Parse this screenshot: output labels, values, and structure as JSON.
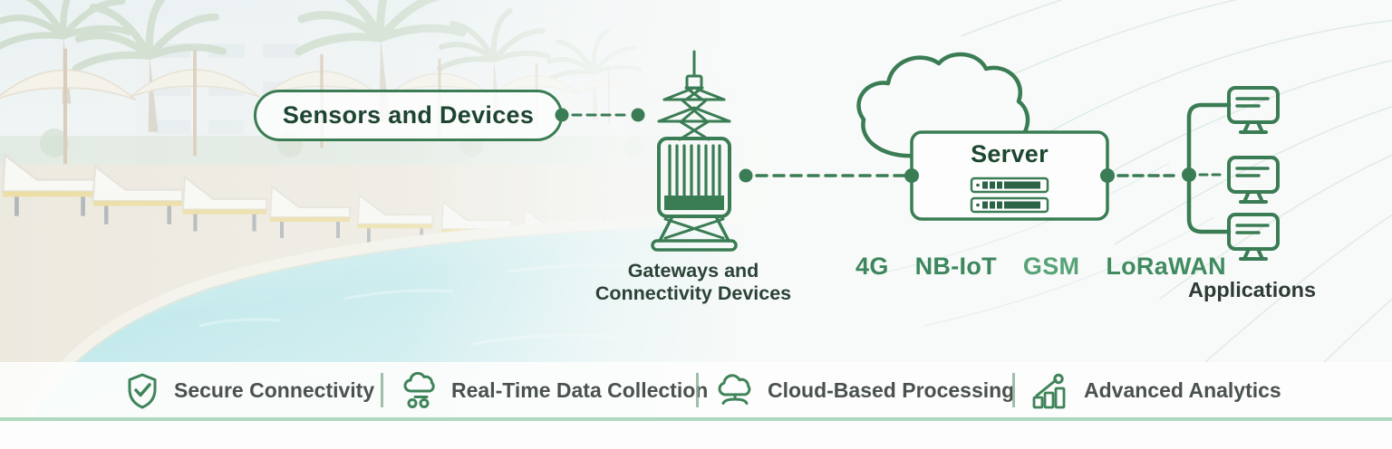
{
  "flow": {
    "sensors": {
      "label": "Sensors and Devices"
    },
    "gateways": {
      "label_line1": "Gateways and",
      "label_line2": "Connectivity Devices"
    },
    "server": {
      "label": "Server"
    },
    "protocols": [
      "4G",
      "NB-IoT",
      "GSM",
      "LoRaWAN"
    ],
    "applications": {
      "label": "Applications"
    }
  },
  "features": [
    {
      "icon": "shield-check-icon",
      "label": "Secure Connectivity"
    },
    {
      "icon": "cloud-nodes-icon",
      "label": "Real-Time Data Collection"
    },
    {
      "icon": "cloud-tree-icon",
      "label": "Cloud-Based Processing"
    },
    {
      "icon": "trend-bars-icon",
      "label": "Advanced Analytics"
    }
  ],
  "colors": {
    "diagram_green": "#3a7c54",
    "dark_green_text": "#1e4531",
    "protocol_green": "#3c875d",
    "feature_text": "#4a524e",
    "accent_line_green": "#afd8bd"
  }
}
